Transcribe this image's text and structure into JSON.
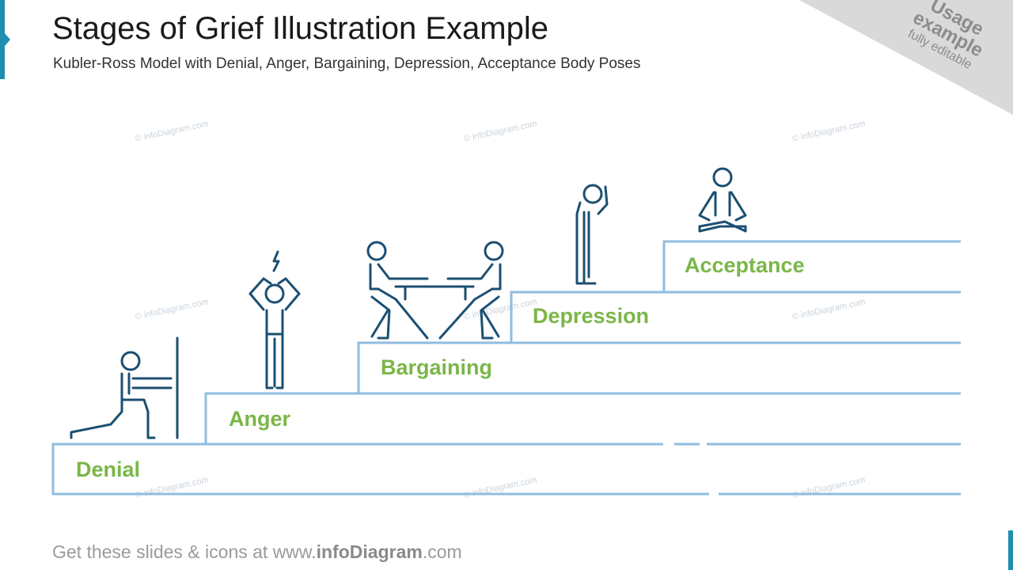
{
  "header": {
    "title": "Stages of Grief Illustration Example",
    "subtitle": "Kubler-Ross Model with Denial, Anger, Bargaining, Depression, Acceptance Body Poses"
  },
  "corner_badge": {
    "line1": "Usage",
    "line2": "example",
    "line3": "fully editable"
  },
  "watermark": "© infoDiagram.com",
  "stages": [
    {
      "label": "Denial",
      "icon": "person-pushing-wall-icon"
    },
    {
      "label": "Anger",
      "icon": "angry-person-icon"
    },
    {
      "label": "Bargaining",
      "icon": "two-people-negotiating-icon"
    },
    {
      "label": "Depression",
      "icon": "sad-standing-person-icon"
    },
    {
      "label": "Acceptance",
      "icon": "meditating-person-icon"
    }
  ],
  "footer": {
    "prefix": "Get these slides & icons at www.",
    "brand": "infoDiagram",
    "suffix": ".com"
  },
  "colors": {
    "accent": "#1f8fb0",
    "step_line": "#8fbde0",
    "label_green": "#7ab648",
    "icon_stroke": "#1b4f72"
  }
}
